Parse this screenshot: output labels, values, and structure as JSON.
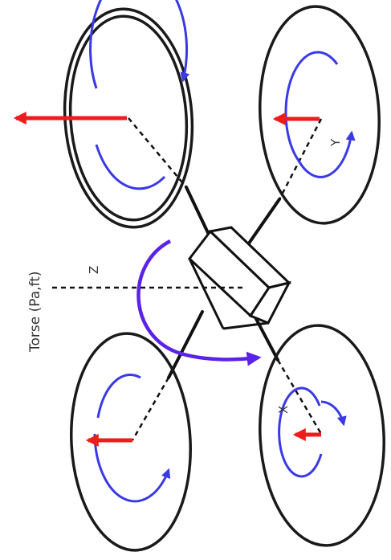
{
  "figure": {
    "yaw_caption": "Torse (Pa,ft)",
    "axis_labels": {
      "z": "Z",
      "y": "Y",
      "x": "X"
    },
    "colors": {
      "rotor_outline": "#1a1a1a",
      "rotation_arrow": "#3a39e6",
      "thrust_arrow": "#ee1c1c",
      "yaw_arrow": "#5b22e8"
    }
  }
}
